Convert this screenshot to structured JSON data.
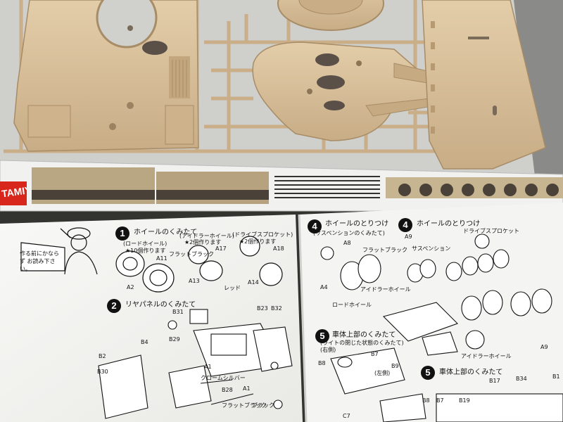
{
  "brand": {
    "logo_text": "TAMIYA"
  },
  "left_page": {
    "intro_box": "作る前にかならず お読み下さい。",
    "step1": {
      "number": "1",
      "title": "ホイールのくみたて",
      "road_wheel": "(ロードホイール)",
      "road_wheel_note": "★10個作ります",
      "idler": "(アイドラーホイール)",
      "idler_note": "★2個作ります",
      "sprocket": "(ドライブスプロケット)",
      "sprocket_note": "★2個作ります",
      "parts": [
        "A11",
        "A2",
        "A17",
        "A13",
        "A18",
        "A14"
      ],
      "flat_black": "フラットブラック",
      "red": "レッド"
    },
    "step2": {
      "number": "2",
      "title": "リヤパネルのくみたて",
      "parts": [
        "B31",
        "B23",
        "B32",
        "B29",
        "A1",
        "B28",
        "A1",
        "B2",
        "B4",
        "B30"
      ],
      "chrome_silver": "クロームシルバー",
      "flat_black": "フラットブラック",
      "black": "ブラック"
    }
  },
  "right_page": {
    "step4a": {
      "number": "4",
      "title": "ホイールのとりつけ",
      "subtitle": "(サスペンションのくみたて)",
      "parts": [
        "A8",
        "A4"
      ],
      "flat_black": "フラットブラック",
      "road_wheel": "ロードホイール",
      "idler": "アイドラーホイール"
    },
    "step4b": {
      "number": "4",
      "title": "ホイールのとりつけ",
      "parts": [
        "A9",
        "A9"
      ],
      "suspension": "サスペンション",
      "drive_sprocket": "ドライブスプロケット",
      "idler_wheel": "アイドラーホイール"
    },
    "step5a": {
      "number": "5",
      "title": "車体上部のくみたて",
      "subtitle": "(ライトの閉じた状態のくみたて)",
      "note": "(右側)",
      "left": "(左側)",
      "parts": [
        "B7",
        "B8",
        "B9",
        "C7"
      ]
    },
    "step5b": {
      "number": "5",
      "title": "車体上部のくみたて",
      "parts": [
        "B17",
        "B34",
        "B8",
        "B7",
        "B19",
        "B1"
      ]
    }
  },
  "colors": {
    "plastic": "#d9c09a",
    "plastic_shadow": "#b89a72",
    "paper": "#f5f5f2",
    "box_red": "#d9261c",
    "ink": "#111111"
  }
}
